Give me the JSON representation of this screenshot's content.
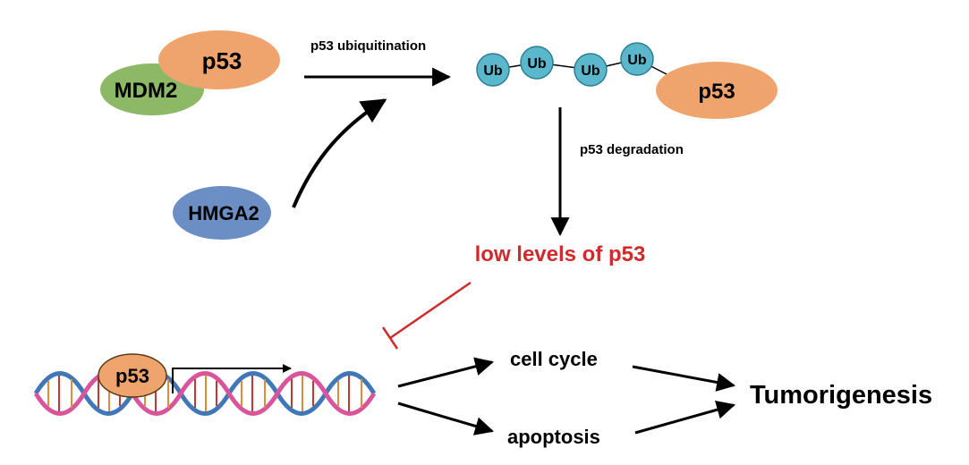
{
  "nodes": {
    "mdm2": "MDM2",
    "p53_complex": "p53",
    "hmga2": "HMGA2",
    "ub": [
      "Ub",
      "Ub",
      "Ub",
      "Ub"
    ],
    "p53_ub": "p53",
    "p53_dna": "p53"
  },
  "edges": {
    "ubiquitination": "p53 ubiquitination",
    "degradation": "p53 degradation"
  },
  "outcome": {
    "low_levels": "low levels of p53",
    "cell_cycle": "cell cycle",
    "apoptosis": "apoptosis",
    "tumorigenesis": "Tumorigenesis"
  },
  "colors": {
    "p53": "#f0a46d",
    "mdm2": "#8db866",
    "hmga2": "#6b8fc4",
    "ub": "#5bb8cc",
    "inhibit": "#d12a2a",
    "dna_blue": "#3f77b8",
    "dna_pink": "#d9559a"
  }
}
